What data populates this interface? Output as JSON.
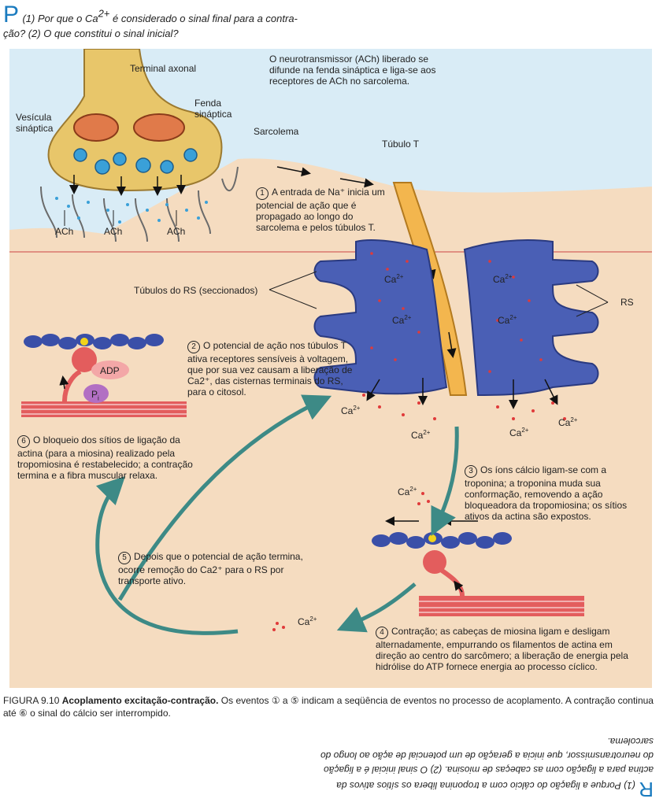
{
  "question": {
    "letter": "P",
    "text_a": "(1) Por que o Ca",
    "sup": "2+",
    "text_b": " é considerado o sinal final para a contra-",
    "text_c": "ção? (2) O que constitui o sinal inicial?"
  },
  "labels": {
    "terminal_axonal": "Terminal axonal",
    "vesicula": "Vesícula\nsináptica",
    "fenda": "Fenda\nsináptica",
    "sarcolema": "Sarcolema",
    "tubulo_t": "Túbulo T",
    "ach_note": "O neurotransmissor (ACh) liberado se difunde na fenda sináptica e liga-se aos receptores de ACh no sarcolema.",
    "ach": "ACh",
    "tubulos_rs": "Túbulos do RS (seccionados)",
    "rs": "RS",
    "ca": "Ca",
    "ca_sup": "2+",
    "adp": "ADP",
    "pi": "P",
    "pi_sub": "i"
  },
  "steps": {
    "s1": "A entrada de Na⁺ inicia um potencial de ação que é propagado ao longo do sarcolema e pelos túbulos T.",
    "s2": "O potencial de ação nos túbulos T ativa receptores sensíveis à voltagem, que por sua vez causam a liberação de Ca2⁺, das cisternas terminais do RS, para o citosol.",
    "s3": "Os íons cálcio ligam-se com a troponina; a troponina muda sua conformação, removendo a ação bloqueadora da tropomiosina; os sítios ativos da actina são expostos.",
    "s4": "Contração; as cabeças de miosina ligam e desligam alternadamente, empurrando os filamentos de actina em direção ao centro do sarcômero; a liberação de energia pela hidrólise do ATP fornece energia ao processo cíclico.",
    "s5": "Depois que o potencial de ação termina, ocorre remoção do Ca2⁺ para o RS por transporte ativo.",
    "s6": "O bloqueio dos sítios de ligação da actina (para a miosina) realizado pela tropomiosina é restabelecido; a contração termina e a fibra muscular relaxa."
  },
  "step_numbers": [
    "1",
    "2",
    "3",
    "4",
    "5",
    "6"
  ],
  "caption": {
    "label": "FIGURA 9.10",
    "title": "Acoplamento excitação-contração.",
    "text": " Os eventos ① a ⑤ indicam a seqüência de eventos no processo de acoplamento. A contração continua até ⑥ o sinal do cálcio ser interrompido."
  },
  "answer": {
    "letter": "R",
    "text": "(1) Porque a ligação do cálcio com a troponina libera os sítios ativos da actina para a ligação com as cabeças de miosina. (2) O sinal inicial é a ligação do neurotransmissor, que inicia a geração de um potencial de ação ao longo do sarcolema."
  },
  "colors": {
    "sky": "#d9ecf6",
    "cytosol": "#f5dcc0",
    "axon": "#e8c66a",
    "sr": "#4a5fb5",
    "ttubule": "#f3b64e",
    "arrow": "#3d8a86",
    "calcium": "#e03a3a",
    "accent": "#1a7bbf"
  }
}
